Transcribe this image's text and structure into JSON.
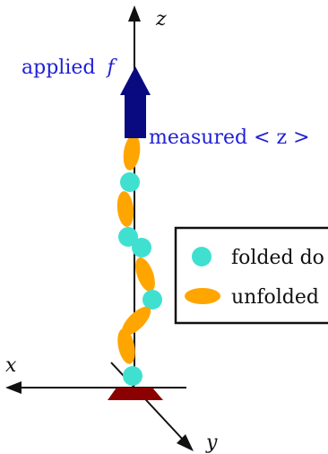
{
  "axes": {
    "z_label": "z",
    "x_label": "x",
    "y_label": "y"
  },
  "force": {
    "text": "applied",
    "symbol": "f"
  },
  "measured": {
    "text": "measured < z >"
  },
  "legend": {
    "items": [
      {
        "label": "folded do",
        "marker": "circle"
      },
      {
        "label": "unfolded",
        "marker": "ellipse"
      }
    ]
  },
  "colors": {
    "folded_domain": "#40e0d0",
    "unfolded_domain": "#ffa500",
    "force_arrow": "#0a0a80",
    "label_text": "#1f1fd6",
    "base_anchor": "#8b0000"
  }
}
